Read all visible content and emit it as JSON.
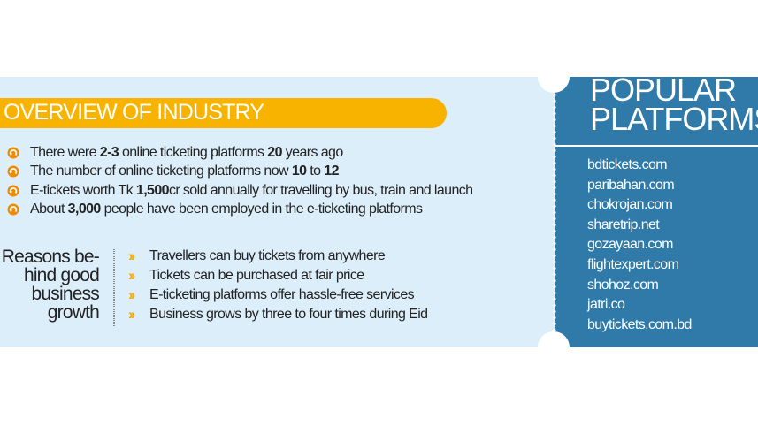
{
  "overview": {
    "title": "OVERVIEW OF INDUSTRY",
    "facts": [
      {
        "segments": [
          {
            "text": "There were ",
            "bold": false
          },
          {
            "text": "2-3",
            "bold": true
          },
          {
            "text": " online ticketing platforms ",
            "bold": false
          },
          {
            "text": "20",
            "bold": true
          },
          {
            "text": " years ago",
            "bold": false
          }
        ]
      },
      {
        "segments": [
          {
            "text": "The number of online ticketing platforms now ",
            "bold": false
          },
          {
            "text": "10",
            "bold": true
          },
          {
            "text": " to ",
            "bold": false
          },
          {
            "text": "12",
            "bold": true
          }
        ]
      },
      {
        "segments": [
          {
            "text": "E-tickets worth Tk ",
            "bold": false
          },
          {
            "text": "1,500",
            "bold": true
          },
          {
            "text": "cr sold annually for travelling by bus, train and launch",
            "bold": false
          }
        ]
      },
      {
        "segments": [
          {
            "text": "About ",
            "bold": false
          },
          {
            "text": "3,000",
            "bold": true
          },
          {
            "text": " people have been employed in the e-ticketing platforms",
            "bold": false
          }
        ]
      }
    ]
  },
  "reasons": {
    "label_lines": [
      "Reasons be-",
      "hind good",
      "business",
      "growth"
    ],
    "items": [
      "Travellers can buy tickets from anywhere",
      "Tickets can be purchased at fair price",
      "E-ticketing platforms offer hassle-free services",
      "Business grows by three to four times during Eid"
    ]
  },
  "platforms": {
    "title_lines": [
      "POPULAR",
      "PLATFORMS"
    ],
    "items": [
      "bdtickets.com",
      "paribahan.com",
      "chokrojan.com",
      "sharetrip.net",
      "gozayaan.com",
      "flightexpert.com",
      "shohoz.com",
      "jatri.co",
      "buytickets.com.bd"
    ]
  },
  "colors": {
    "accent": "#f7b300",
    "panel_blue": "#2f7aa8",
    "panel_light": "#ddeefb"
  },
  "icons": {
    "fact_bullet": "circular-arrow-icon",
    "reason_bullet": "double-chevron-icon"
  }
}
